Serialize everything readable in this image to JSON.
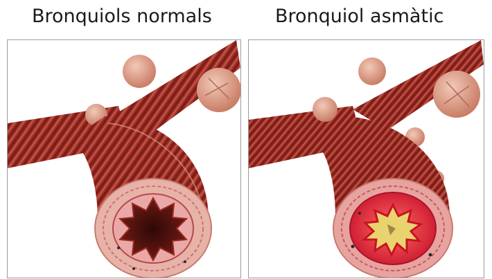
{
  "panels": [
    {
      "title": "Bronquiols normals",
      "state": "normal"
    },
    {
      "title": "Bronquiol asmàtic",
      "state": "asthmatic"
    }
  ],
  "colors": {
    "muscle_dark": "#7a1f1a",
    "muscle": "#a8342b",
    "muscle_light": "#c9614f",
    "alveoli": "#e7a58f",
    "mucosa_normal": "#e9a9a9",
    "lumen_normal": "#5a1410",
    "mucosa_asthmatic": "#e23b4a",
    "mucus": "#e9d36f"
  }
}
